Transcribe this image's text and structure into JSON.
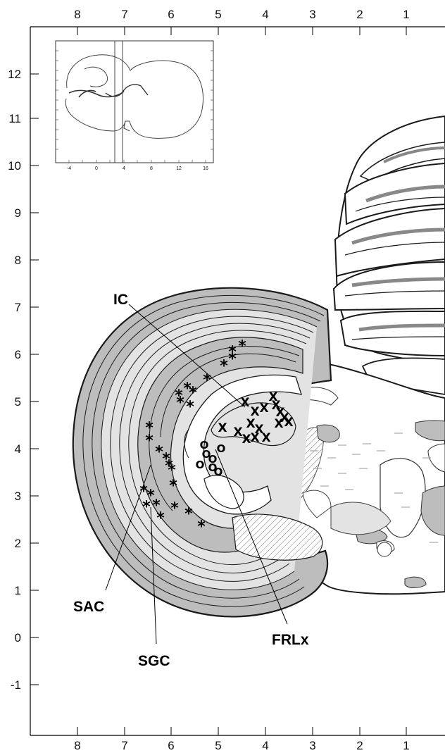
{
  "axes": {
    "x_ticks": [
      "8",
      "7",
      "6",
      "5",
      "4",
      "3",
      "2",
      "1"
    ],
    "y_ticks": [
      "12",
      "11",
      "10",
      "9",
      "8",
      "7",
      "6",
      "5",
      "4",
      "3",
      "2",
      "1",
      "0",
      "-1"
    ]
  },
  "inset": {
    "x_ticks": [
      "-4",
      "0",
      "4",
      "8",
      "12",
      "16"
    ]
  },
  "labels": {
    "ic": "IC",
    "sac": "SAC",
    "sgc": "SGC",
    "frlx": "FRLx"
  },
  "markers": {
    "asterisk": "*",
    "cross": "X",
    "circle": "O"
  },
  "colors": {
    "dark_fill": "#bdbdbd",
    "light_fill": "#e3e3e3",
    "outline": "#1a1a1a"
  }
}
